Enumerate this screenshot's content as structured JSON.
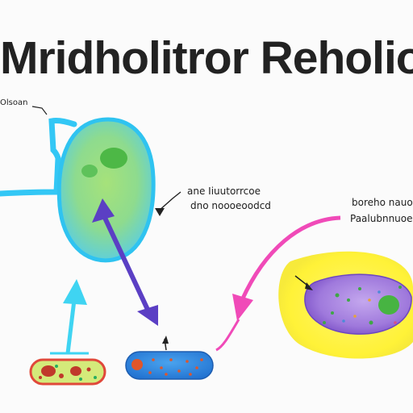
{
  "title": "Mridholitror Reholio",
  "labels": {
    "top_left": "Olsoan",
    "middle_line1": "ane Iiuutorrcoe",
    "middle_line2": "dno noooeoodcd",
    "right_line1": "boreho nauo",
    "right_line2": "Paalubnnuoe"
  },
  "colors": {
    "background": "#fbfbfb",
    "cell_outline": "#33c7f5",
    "cell_fill_center": "#9fe07a",
    "cell_fill_edge": "#5bd0e8",
    "nucleus": "#4fb848",
    "arrow_purple": "#5b3fc4",
    "arrow_cyan": "#3fd4f2",
    "arrow_pink": "#f04ab8",
    "glow_yellow": "#fff45a",
    "purple_cell": "#a77be0",
    "blue_bacterium": "#2f84e0",
    "red_cell": "#e74c3c"
  }
}
